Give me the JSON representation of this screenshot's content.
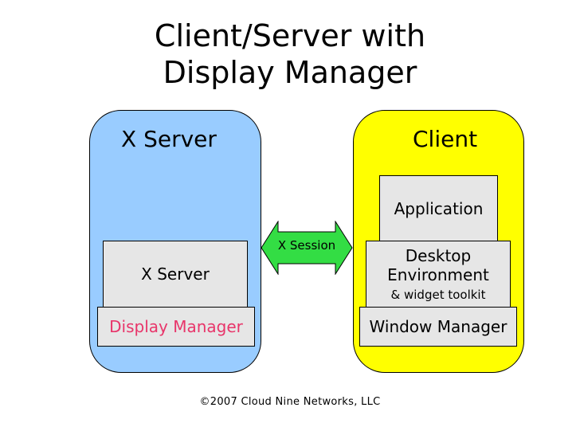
{
  "title": {
    "line1": "Client/Server with",
    "line2": "Display Manager"
  },
  "server_panel": {
    "heading": "X Server",
    "x_server_box": "X Server",
    "display_manager_box": "Display Manager"
  },
  "client_panel": {
    "heading": "Client",
    "application_box": "Application",
    "desktop_box": {
      "line1": "Desktop",
      "line2": "Environment",
      "sub": "& widget toolkit"
    },
    "window_manager_box": "Window Manager"
  },
  "connector": {
    "label": "X Session"
  },
  "footer": "©2007 Cloud Nine Networks, LLC",
  "colors": {
    "server_panel": "#99ccff",
    "client_panel": "#ffff00",
    "arrow": "#33dd44",
    "box": "#e6e6e6",
    "display_manager_text": "#e8356a"
  }
}
